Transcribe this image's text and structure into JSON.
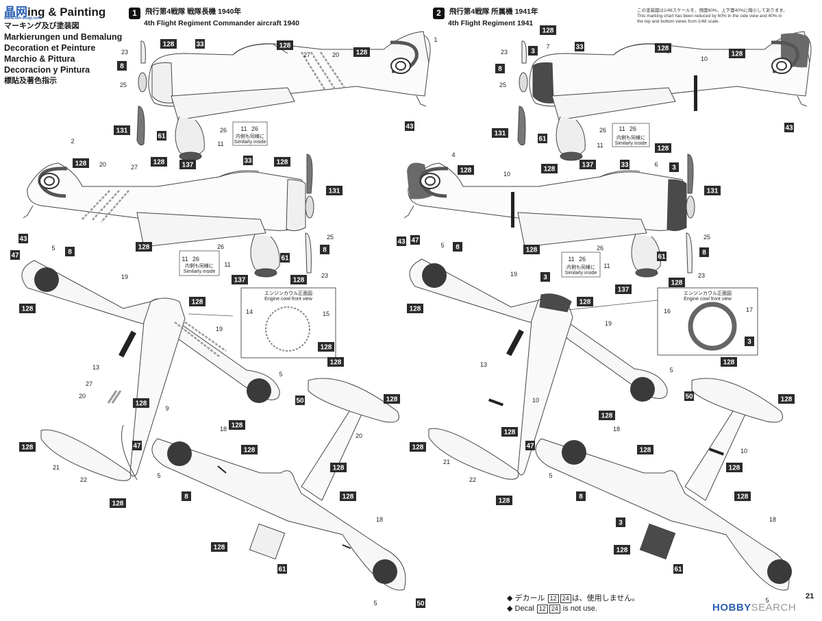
{
  "header": {
    "site_logo": "晶网",
    "site_url": "www.hm-shop.com",
    "title_en": "Marking & Painting",
    "title_partial": "ing & Painting",
    "subtitle_jp": "マーキング及び塗装図",
    "lines": [
      "Markierungen und Bemalung",
      "Decoration et Peinture",
      "Marchio & Pittura",
      "Decoracion y Pintura",
      "標貼及著色指示"
    ]
  },
  "schemes": [
    {
      "number": "1",
      "title_jp": "飛行第4戦隊 戦隊長機 1940年",
      "title_en": "4th Flight Regiment Commander aircraft 1940"
    },
    {
      "number": "2",
      "title_jp": "飛行第4戦隊 所属機 1941年",
      "title_en": "4th Flight Regiment 1941"
    }
  ],
  "scale_note": {
    "jp": "この塗装図は1/48スケールを、側面60%、上下面40%に縮小してあります。",
    "en1": "This marking chart has been reduced by 60% in the side view and 40% in",
    "en2": "the top and bottom views from 1/48 scale."
  },
  "callouts": {
    "similarly_inside_jp": "内側も同様に",
    "similarly_inside_en": "Similarly inside",
    "cowl_jp": "エンジンカウル正面図",
    "cowl_en": "Engine cowl front view"
  },
  "footer": {
    "note_jp_prefix": "◆ デカール",
    "note_jp_suffix": "は、使用しません。",
    "note_en_prefix": "◆ Decal",
    "note_en_suffix": "is not use.",
    "decal_a": "12",
    "decal_b": "24",
    "page_num": "21"
  },
  "watermark": {
    "brand": "HOBBY",
    "suffix": "SEARCH"
  },
  "colors": {
    "dark_box": "#2b2b2b",
    "line": "#444444",
    "brand_blue": "#2a5fb0",
    "hinomaru": "#3a3a3a"
  },
  "numbers": {
    "n128": "128",
    "n8": "8",
    "n3": "3",
    "n33": "33",
    "n131": "131",
    "n61": "61",
    "n137": "137",
    "n43": "43",
    "n47": "47",
    "n50": "50",
    "c1": "1",
    "c2": "2",
    "c4": "4",
    "c5": "5",
    "c6": "6",
    "c7": "7",
    "c9": "9",
    "c10": "10",
    "c11": "11",
    "c13": "13",
    "c14": "14",
    "c15": "15",
    "c16": "16",
    "c17": "17",
    "c18": "18",
    "c19": "19",
    "c20": "20",
    "c21": "21",
    "c22": "22",
    "c23": "23",
    "c25": "25",
    "c26": "26",
    "c27": "27"
  }
}
